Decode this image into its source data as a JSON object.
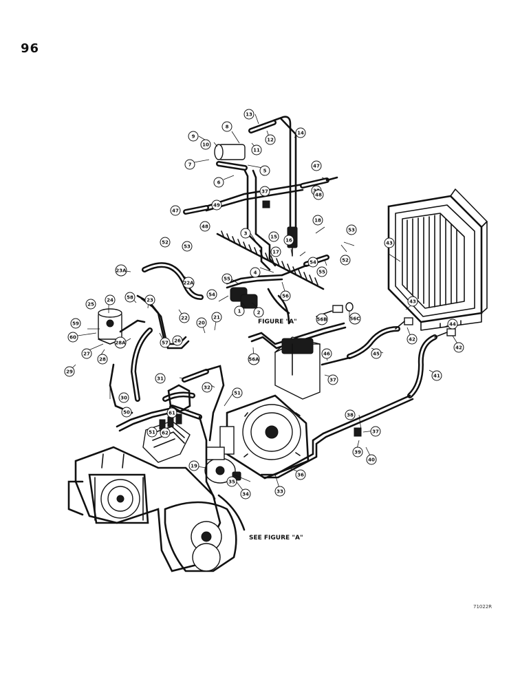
{
  "page_number": "96",
  "figure_label": "FIGURE \"A\"",
  "see_figure_label": "SEE FIGURE \"A\"",
  "drawing_code": "71022R",
  "callouts": [
    "1",
    "2",
    "3",
    "4",
    "5",
    "6",
    "7",
    "8",
    "9",
    "10",
    "11",
    "12",
    "13",
    "14",
    "15",
    "16",
    "17",
    "18",
    "19",
    "20",
    "21",
    "22",
    "22A",
    "23",
    "23A",
    "24",
    "25",
    "26",
    "27",
    "28",
    "28A",
    "29",
    "30",
    "31",
    "32",
    "33",
    "34",
    "35",
    "36",
    "37",
    "37",
    "37",
    "37",
    "38",
    "39",
    "40",
    "41",
    "42",
    "42",
    "43",
    "43",
    "44",
    "45",
    "46",
    "47",
    "47",
    "48",
    "48",
    "49",
    "50",
    "51",
    "51",
    "52",
    "52",
    "53",
    "53",
    "54",
    "54",
    "55",
    "55",
    "56",
    "56A",
    "56B",
    "56C",
    "57",
    "58",
    "59",
    "60",
    "61",
    "62"
  ]
}
